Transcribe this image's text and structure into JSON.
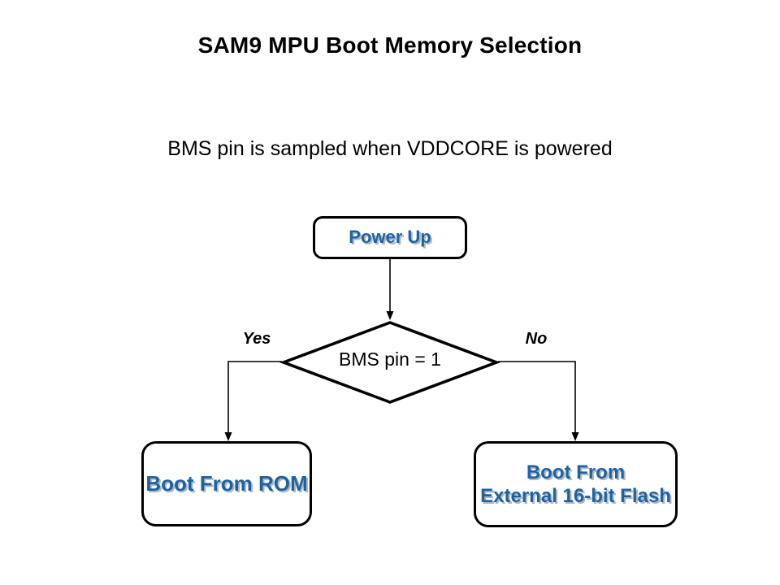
{
  "title": "SAM9 MPU Boot Memory Selection",
  "subtitle": "BMS pin is sampled when VDDCORE is powered",
  "flowchart": {
    "nodes": {
      "power_up": {
        "label": "Power Up"
      },
      "decision": {
        "label": "BMS pin = 1"
      },
      "boot_rom": {
        "label": "Boot From ROM"
      },
      "boot_flash": {
        "line1": "Boot From",
        "line2": "External 16-bit Flash"
      }
    },
    "edges": {
      "yes_label": "Yes",
      "no_label": "No"
    }
  },
  "colors": {
    "node_text": "#1b63a8",
    "outline": "#000000",
    "background": "#ffffff"
  }
}
